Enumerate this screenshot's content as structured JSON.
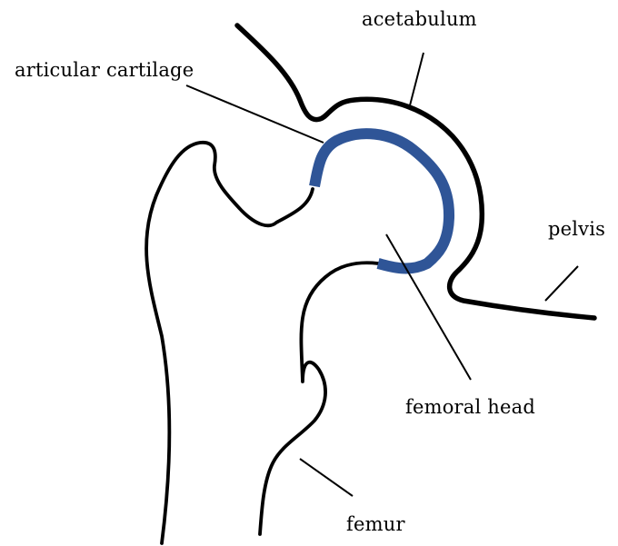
{
  "labels": {
    "acetabulum": "acetabulum",
    "articular_cartilage": "articular cartilage",
    "pelvis": "pelvis",
    "femoral_head": "femoral head",
    "femur": "femur"
  },
  "colors": {
    "outline": "#000000",
    "cartilage": "#2f5597",
    "background": "#ffffff"
  }
}
